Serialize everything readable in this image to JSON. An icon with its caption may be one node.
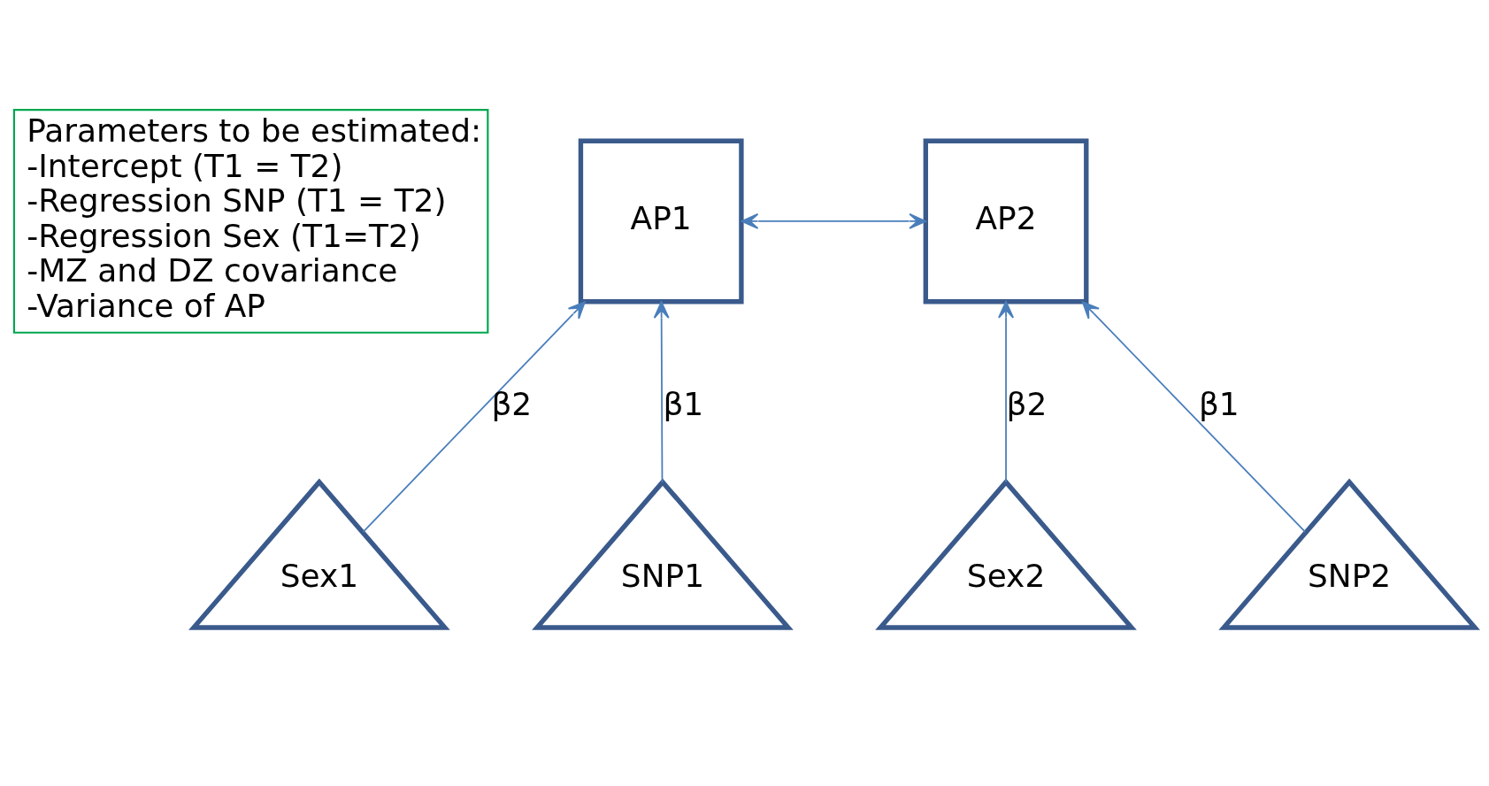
{
  "diagram": {
    "nodes": [
      {
        "text": [
          "Parameters to be estimated:",
          "-Intercept (T1 = T2)",
          "-Regression SNP (T1 = T2)",
          "-Regression Sex (T1=T2)",
          "-MZ and DZ covariance",
          "-Variance of AP"
        ]
      },
      {
        "text": [
          "Sex1"
        ]
      },
      {
        "text": [
          "AP1"
        ]
      },
      {
        "text": [
          "AP2"
        ]
      },
      {
        "text": [
          "Sex2"
        ]
      },
      {
        "text": [
          "SNP1"
        ]
      },
      {
        "text": [
          "SNP2"
        ]
      }
    ],
    "edges": [
      {
        "from": 2,
        "to": 3,
        "arrow": "both"
      },
      {
        "from": 1,
        "to": 2,
        "arrow": "to",
        "label": "β2"
      },
      {
        "from": 4,
        "to": 3,
        "arrow": "to",
        "label": "β2"
      },
      {
        "from": 5,
        "to": 2,
        "arrow": "to",
        "label": "β1"
      },
      {
        "from": 6,
        "to": 3,
        "arrow": "to",
        "label": "β1"
      }
    ]
  }
}
